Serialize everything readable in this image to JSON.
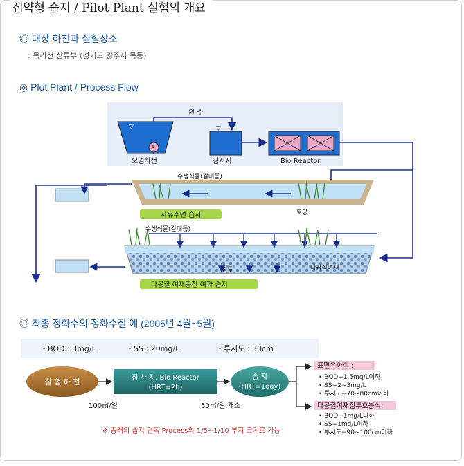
{
  "page": {
    "title": "집약형 습지 / Pilot Plant 실험의 개요"
  },
  "section1": {
    "heading": "◎ 대상 하천과 실험장소",
    "detail": ": 목리천 상류부 (경기도 광주시 목동)"
  },
  "section2": {
    "heading": "◎ Plot Plant / Process Flow",
    "diagram": {
      "raw_water": "원 수",
      "pump": "P",
      "river": "오염하천",
      "sedimentation": "침사지",
      "bio_reactor": "Bio Reactor",
      "plant1": "수생식물(갈대등)",
      "wetland1": "자유수면 습지",
      "soil": "토양",
      "plant2": "수생식물(갈대등)",
      "infiltration": "침투",
      "porous_media": "다공질여재",
      "wetland2": "다공질 여재충진 여과 습지"
    }
  },
  "section3": {
    "heading": "◎ 최종 정화수의 정화수질 예 (2005년 4월~5월)",
    "params": [
      "・BOD : 3mg/L",
      "・SS : 20mg/L",
      "・투시도 : 30cm"
    ],
    "flow": {
      "river": "실 험 하 천",
      "reactor_line1": "침 사 지, Bio Reactor",
      "reactor_line2": "(HRT=2h)",
      "wetland_line1": "습    지",
      "wetland_line2": "(HRT=1day)",
      "flow1": "100㎥/일",
      "flow2": "50㎥/일,개소",
      "box1_title": "표면유하식 :",
      "box1_items": [
        "• BOD−1.5mg/L이하",
        "• SS−2~3mg/L",
        "• 투시도−70~80cm이하"
      ],
      "box2_title": "다공질여재침투흐름식:",
      "box2_items": [
        "• BOD−1mg/L이하",
        "• SS−1mg/L이하",
        "• 투시도−90~100cm이하"
      ],
      "note": "※ 종래의 습지 단독 Process의 1/5~1/10 부지 크기로 가능"
    }
  },
  "colors": {
    "heading_blue": "#1a5aa5",
    "water_blue": "#1e6ed2",
    "arrow_navy": "#1a2f8c",
    "label_green": "#a6d64a",
    "reactor_pink": "#e9a6c6",
    "note_red": "#d0352b",
    "river_brown": "#9a6a2c",
    "reactor_teal": "#2a7a7a",
    "wetland_teal": "#2e8a86"
  }
}
